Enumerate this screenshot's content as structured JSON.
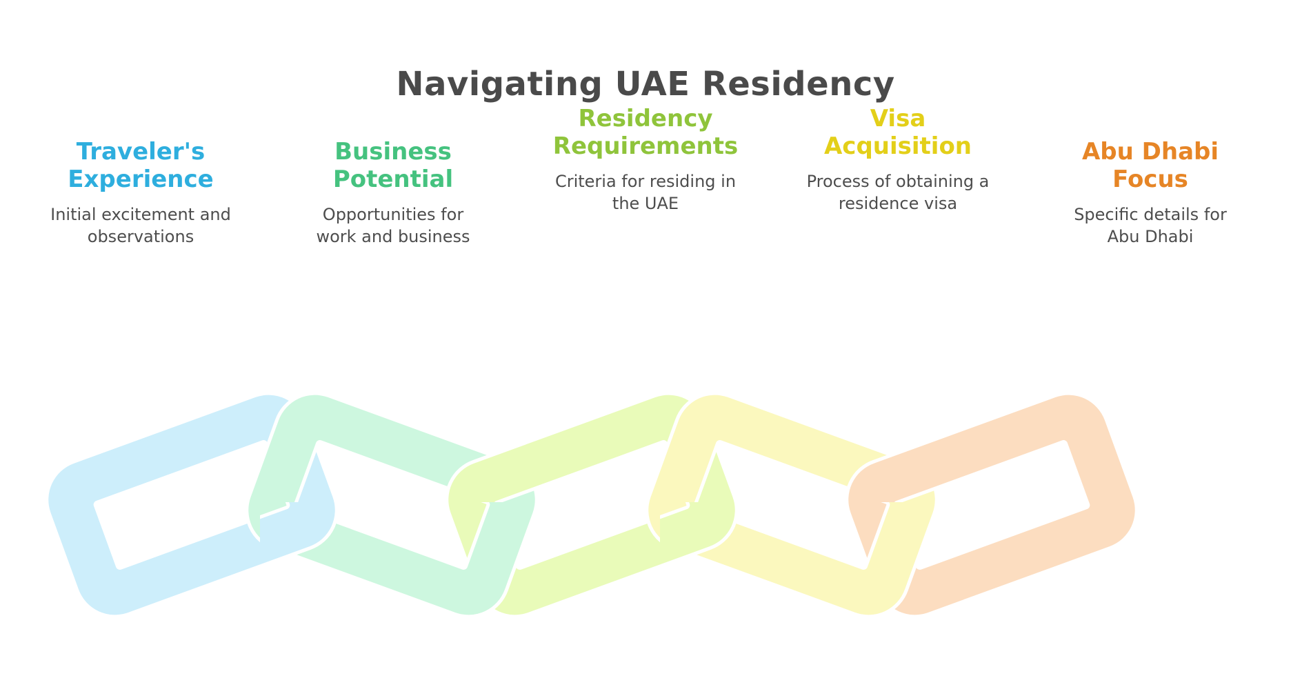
{
  "header": {
    "title": "Navigating UAE Residency",
    "title_color": "#4a4a4a"
  },
  "columns": [
    {
      "id": "travelers-experience",
      "title": "Traveler's Experience",
      "title_line1": "Traveler's",
      "title_line2": "Experience",
      "description": "Initial excitement and observations",
      "color": "#2eaede",
      "link_color": "#cdeefb",
      "raised": false
    },
    {
      "id": "business-potential",
      "title": "Business Potential",
      "title_line1": "Business",
      "title_line2": "Potential",
      "description": "Opportunities for work and business",
      "color": "#45c27f",
      "link_color": "#cdf7df",
      "raised": false
    },
    {
      "id": "residency-requirements",
      "title": "Residency Requirements",
      "title_line1": "Residency",
      "title_line2": "Requirements",
      "description": "Criteria for residing in the UAE",
      "color": "#8fc43b",
      "link_color": "#e9fbb9",
      "raised": true
    },
    {
      "id": "visa-acquisition",
      "title": "Visa Acquisition",
      "title_line1": "Visa",
      "title_line2": "Acquisition",
      "description": "Process of obtaining a residence visa",
      "color": "#e3cf19",
      "link_color": "#fbf8be",
      "raised": true
    },
    {
      "id": "abu-dhabi-focus",
      "title": "Abu Dhabi Focus",
      "title_line1": "Abu Dhabi",
      "title_line2": "Focus",
      "description": "Specific details for Abu Dhabi",
      "color": "#e68526",
      "link_color": "#fcddc0",
      "raised": false
    }
  ],
  "chain_graphic": {
    "name": "interlocking-chain-links",
    "link_count": 5,
    "background": "#ffffff",
    "link_colors": [
      "#cdeefb",
      "#cdf7df",
      "#e9fbb9",
      "#fbf8be",
      "#fcddc0"
    ],
    "rotations_deg": [
      -20,
      20,
      -20,
      20,
      -20
    ]
  }
}
